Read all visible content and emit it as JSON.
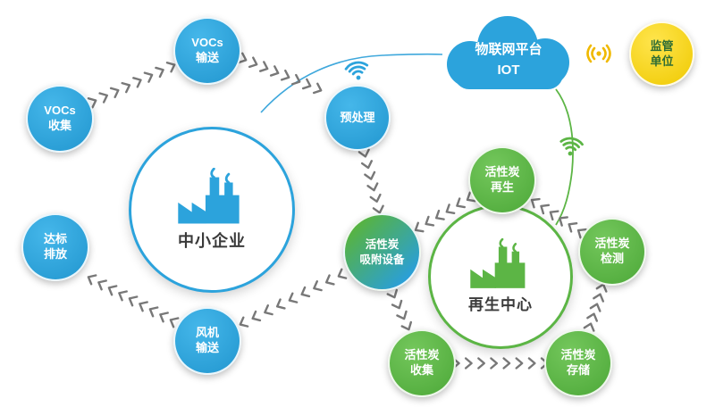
{
  "colors": {
    "blue": "#2ca3dc",
    "green": "#5cb545",
    "yellow": "#f5d400",
    "gradient_from": "#57b341",
    "gradient_to": "#2a9fd8",
    "arrow_gray": "#787878"
  },
  "nodes": {
    "vocs_collect": {
      "line1": "VOCs",
      "line2": "收集"
    },
    "vocs_transport": {
      "line1": "VOCs",
      "line2": "输送"
    },
    "pretreatment": {
      "line1": "预处理"
    },
    "discharge": {
      "line1": "达标",
      "line2": "排放"
    },
    "fan_transport": {
      "line1": "风机",
      "line2": "输送"
    },
    "adsorption": {
      "line1": "活性炭",
      "line2": "吸附设备"
    },
    "carbon_regen": {
      "line1": "活性炭",
      "line2": "再生"
    },
    "carbon_test": {
      "line1": "活性炭",
      "line2": "检测"
    },
    "carbon_store": {
      "line1": "活性炭",
      "line2": "存储"
    },
    "carbon_collect": {
      "line1": "活性炭",
      "line2": "收集"
    },
    "regulator": {
      "line1": "监管",
      "line2": "单位"
    },
    "enterprise": {
      "label": "中小企业"
    },
    "regen_center": {
      "label": "再生中心"
    },
    "iot_cloud": {
      "line1": "物联网平台",
      "line2": "IOT"
    }
  }
}
